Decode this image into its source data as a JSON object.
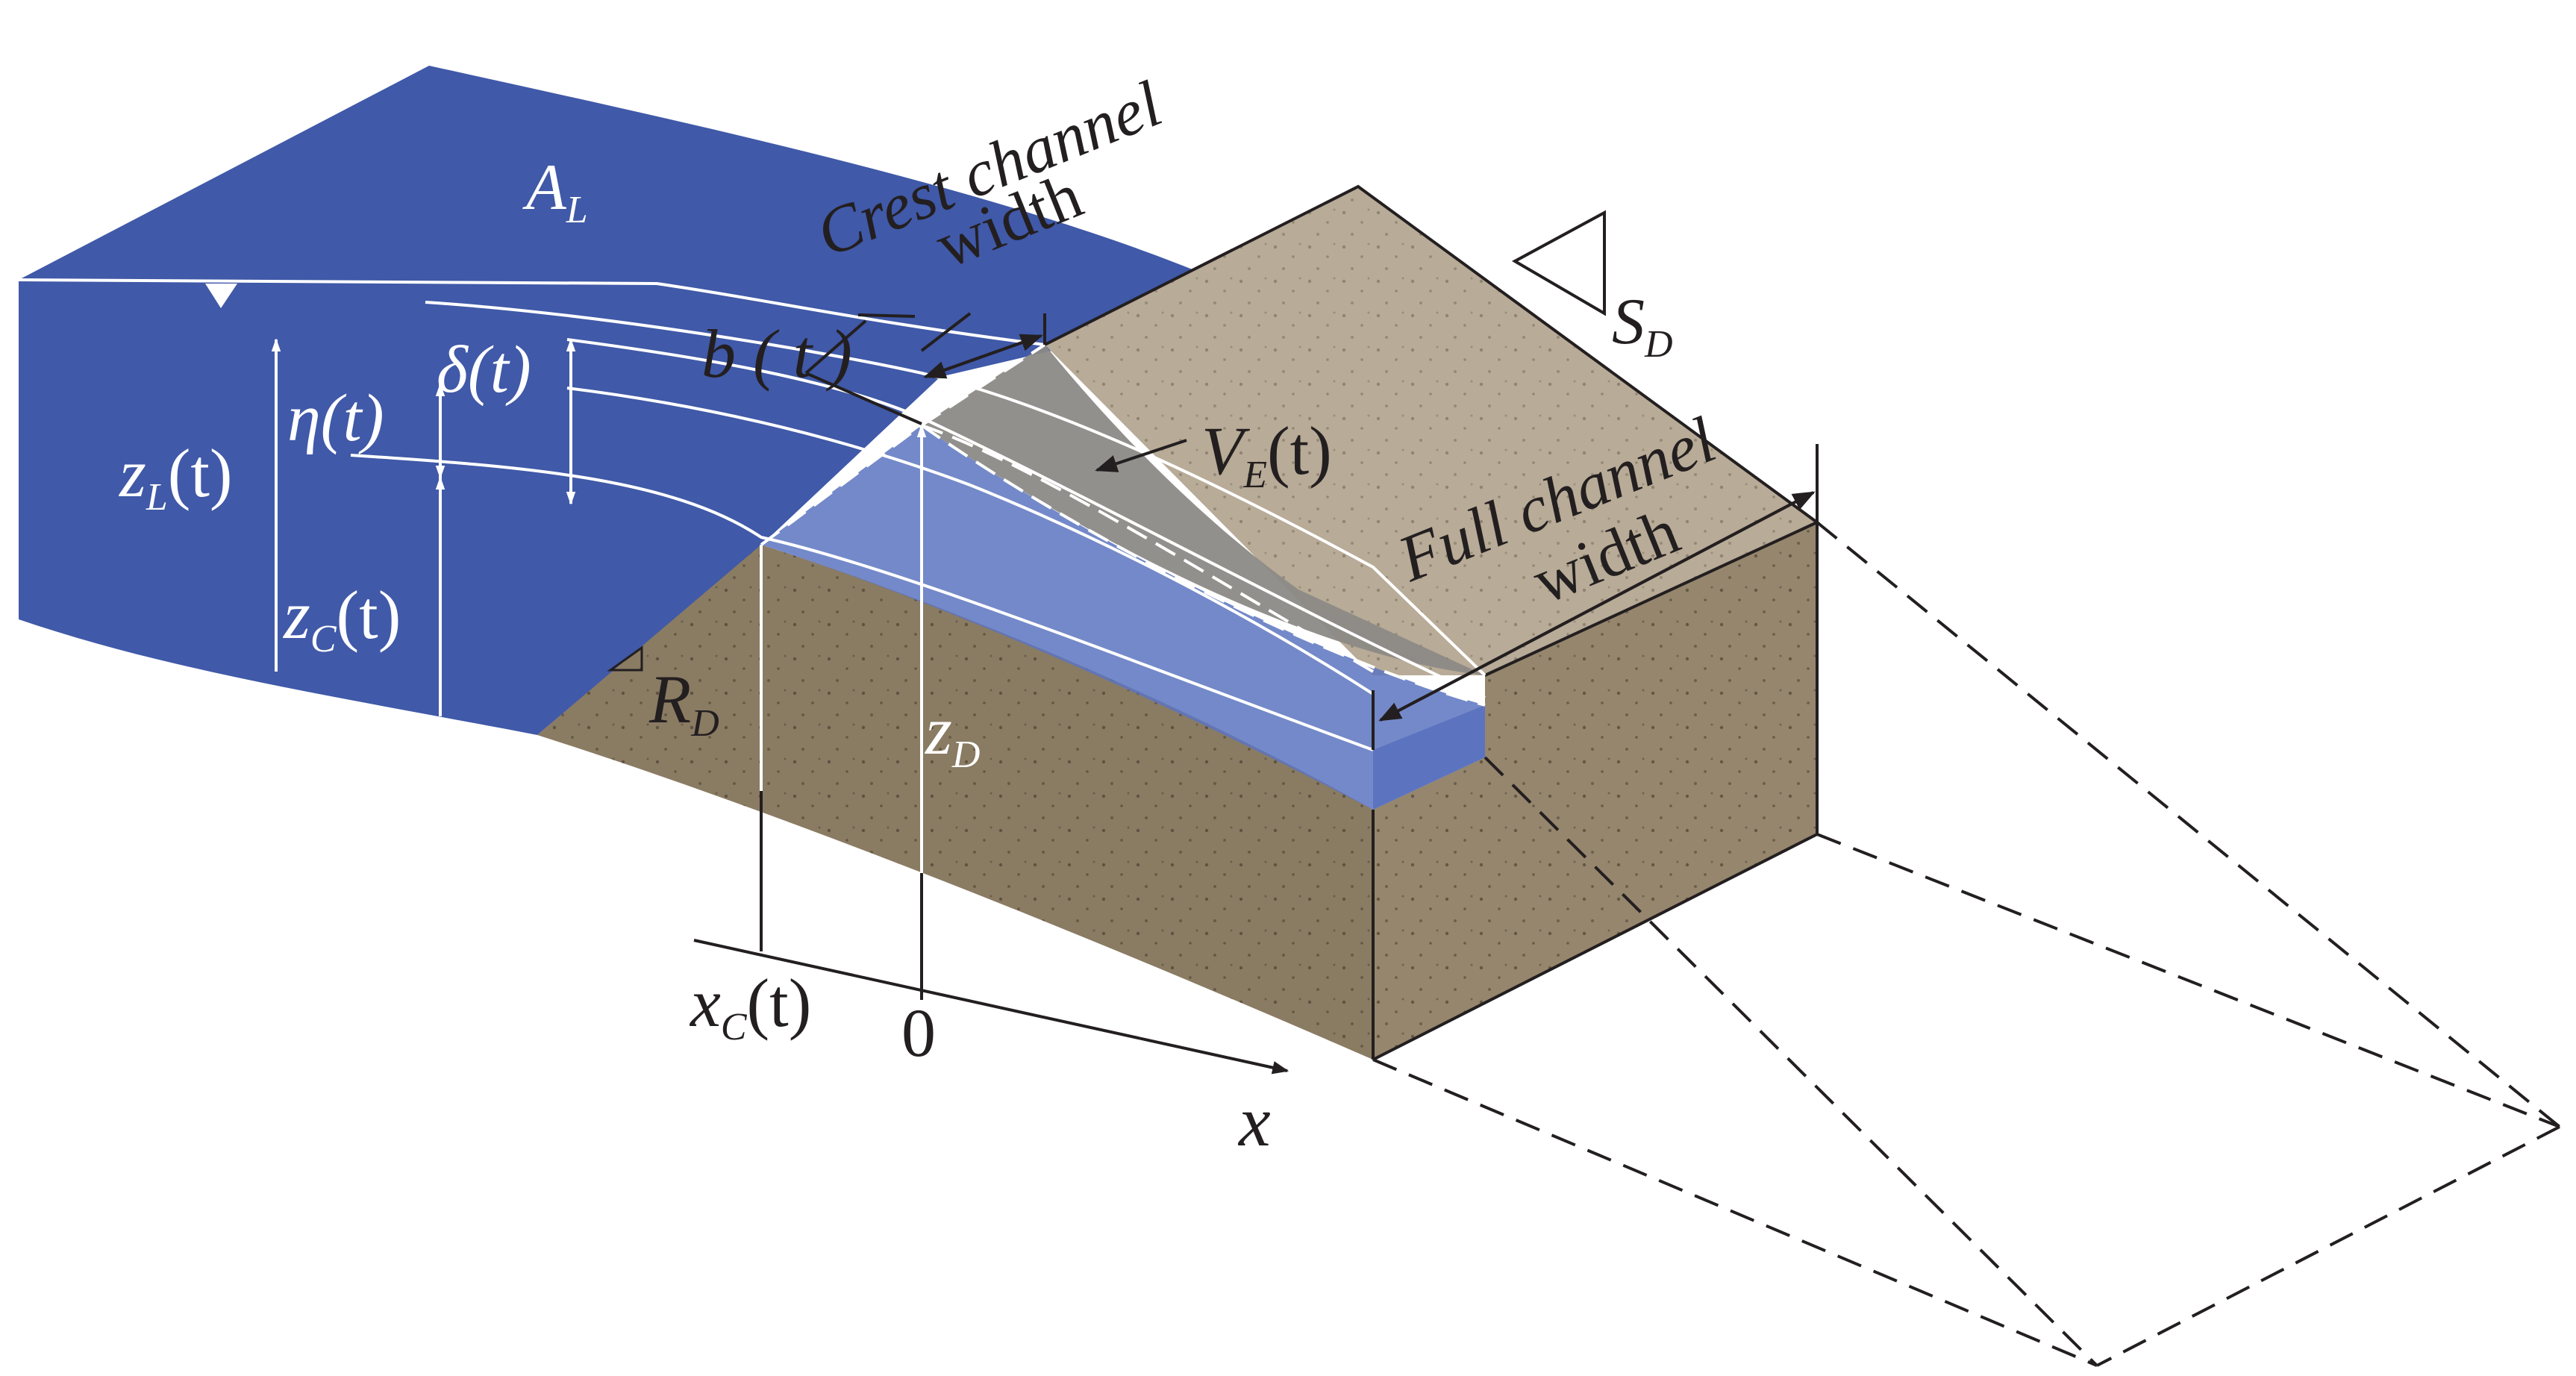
{
  "colors": {
    "water": "#4059a8",
    "water_channel": "#5c74c0",
    "dam_top": "#b8ab97",
    "dam_front": "#8a7b63",
    "dam_side": "#95866d",
    "erosion_zone": "#8c8a86",
    "lines": "#231f20"
  },
  "labels": {
    "A_L": {
      "main": "A",
      "sub": "L"
    },
    "crest_line1": "Crest channel",
    "crest_line2": "width",
    "b_t": "b ( t )",
    "S_D": {
      "main": "S",
      "sub": "D"
    },
    "delta_t": "δ(t)",
    "eta_t": "η(t)",
    "z_L": {
      "main": "z",
      "sub": "L",
      "arg": "(t)"
    },
    "z_C": {
      "main": "z",
      "sub": "C",
      "arg": "(t)"
    },
    "V_E": {
      "main": "V",
      "sub": "E",
      "arg": "(t)"
    },
    "full_line1": "Full channel",
    "full_line2": "width",
    "R_D": {
      "main": "R",
      "sub": "D"
    },
    "z_D": {
      "main": "z",
      "sub": "D"
    },
    "x_C": {
      "main": "x",
      "sub": "C",
      "arg": "(t)"
    },
    "zero": "0",
    "x": "x"
  }
}
